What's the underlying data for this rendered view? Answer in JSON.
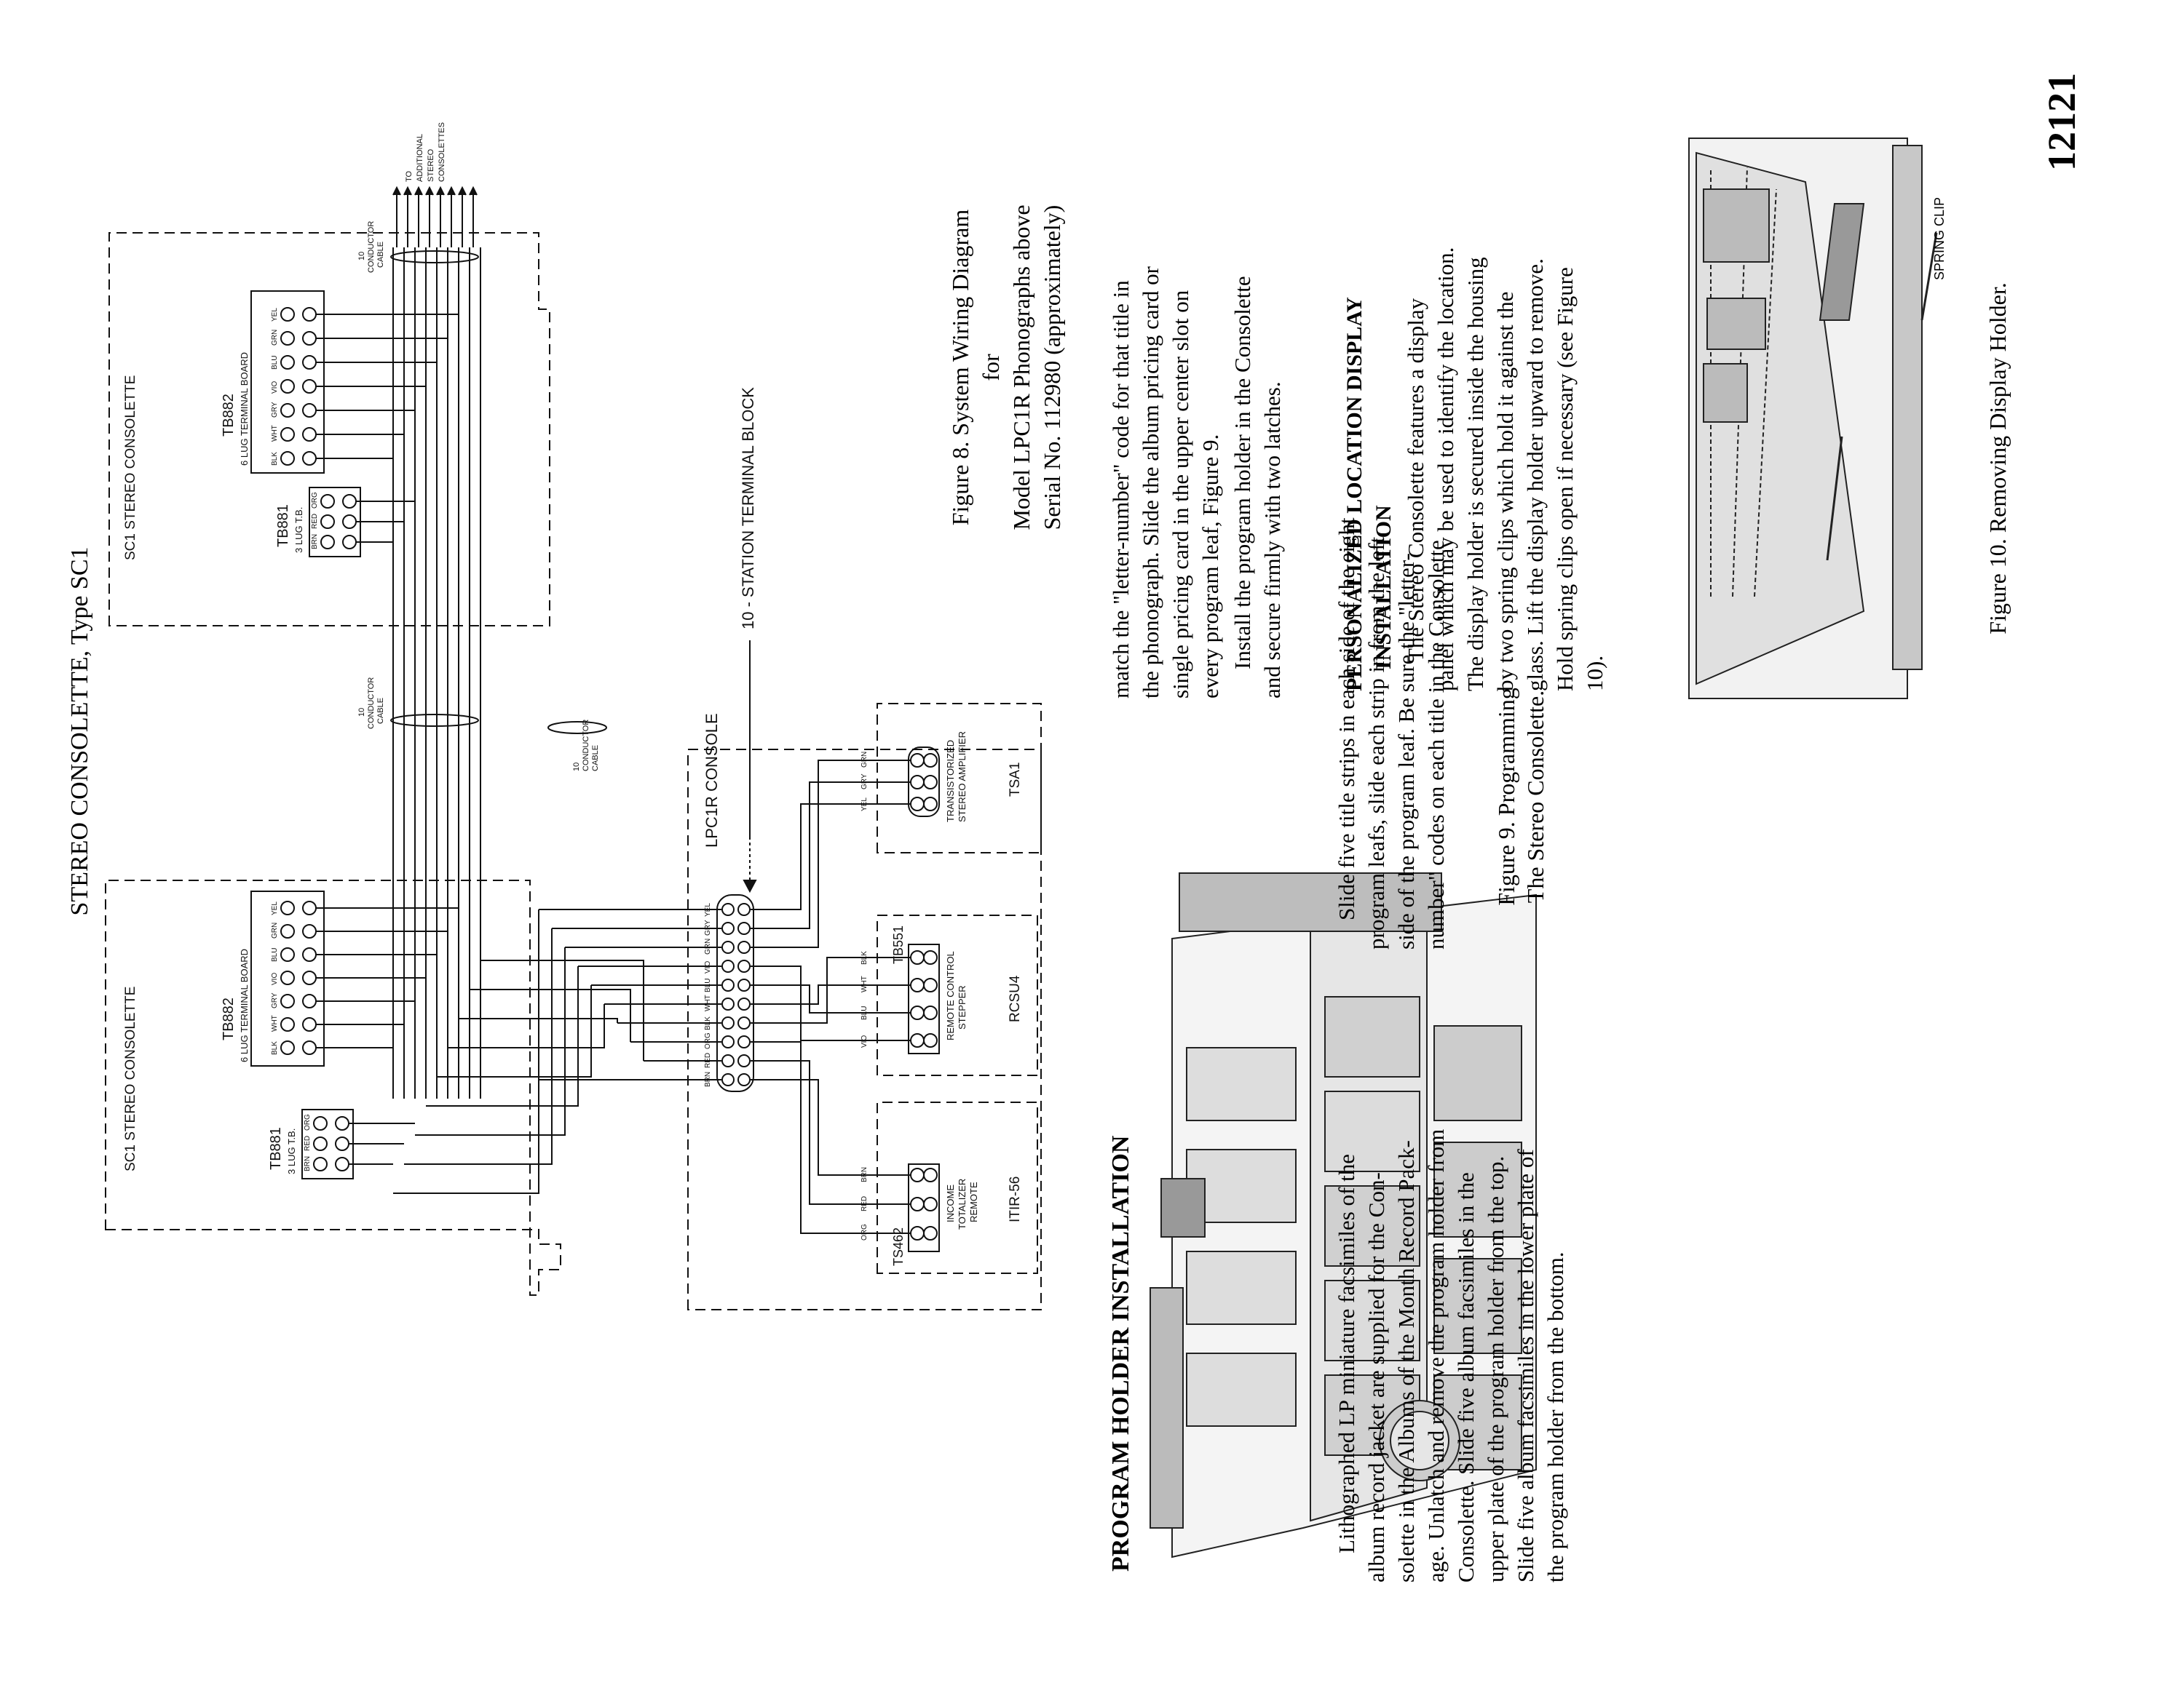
{
  "page_number": "12121",
  "wiring": {
    "title": "STEREO CONSOLETTE, Type SC1",
    "station_block": "10 - STATION TERMINAL BLOCK",
    "conductor_cable": [
      "10",
      "CONDUCTOR",
      "CABLE"
    ],
    "to_additional": [
      "TO",
      "ADDITIONAL",
      "STEREO",
      "CONSOLETTES"
    ],
    "sc1_label": "SC1 STEREO CONSOLETTE",
    "tb882_name": "TB882",
    "tb882_desc": "6 LUG TERMINAL BOARD",
    "tb881_name": "TB881",
    "tb881_desc": "3 LUG T.B.",
    "tb882_lugs": [
      "BLK",
      "WHT",
      "GRY",
      "VIO",
      "BLU",
      "GRN",
      "YEL"
    ],
    "tb881_lugs": [
      "BRN",
      "RED",
      "ORG"
    ],
    "console_label": "LPC1R CONSOLE",
    "console_pins": [
      "YEL",
      "GRY",
      "GRN",
      "VIO",
      "BLU",
      "WHT",
      "BLK",
      "ORG",
      "RED",
      "BRN"
    ],
    "tsa1_name": "TSA1",
    "tsa1_desc": [
      "TRANSISTORIZED",
      "STEREO AMPLIFIER"
    ],
    "tsa1_wires": [
      "YEL",
      "GRY",
      "GRN"
    ],
    "rcsu4_name": "RCSU4",
    "rcsu4_desc": [
      "REMOTE CONTROL",
      "STEPPER"
    ],
    "tb551": "TB551",
    "rcsu4_wires": [
      "VIO",
      "BLU",
      "WHT",
      "BLK"
    ],
    "itir_name": "ITIR-56",
    "itir_desc": [
      "INCOME",
      "TOTALIZER",
      "REMOTE"
    ],
    "ts462": "TS462",
    "itir_wires": [
      "ORG",
      "RED",
      "BRN"
    ]
  },
  "figure8": {
    "caption": "Figure 8.  System Wiring Diagram",
    "caption_for": "for",
    "caption_model": "Model LPC1R Phonographs above",
    "caption_serial": "Serial No. 112980 (approximately)"
  },
  "figure9": {
    "caption": "Figure 9.  Programming",
    "caption2": "The Stereo Consolette."
  },
  "figure10": {
    "caption": "Figure 10.  Removing Display Holder.",
    "spring_clip": "SPRING CLIP"
  },
  "program_holder": {
    "heading": "PROGRAM HOLDER INSTALLATION",
    "para1": [
      "Lithographed LP miniature facsimiles of the",
      "album record jacket are supplied for the Con-",
      "solette in the Albums of the Month Record Pack-",
      "age. Unlatch and remove the program holder from",
      "Consolette.  Slide five album facsimiles in the",
      "upper plate of the program holder from the top.",
      "Slide five album facsimiles in the lower plate of",
      "the program holder from the bottom."
    ],
    "para2": [
      "Slide five title strips in each side of the eight",
      "program leafs, slide each strip in from the left",
      "side of the program leaf.  Be sure the \"letter-",
      "number\" codes on each title in the Consolette"
    ]
  },
  "continued": {
    "para1": [
      "match the \"letter-number\" code for that title in",
      "the phonograph.  Slide the album pricing card or",
      "single pricing card in the upper center slot on",
      "every program leaf, Figure 9."
    ],
    "para2": [
      "Install the program holder in the Consolette",
      "and secure firmly with two latches."
    ]
  },
  "display": {
    "heading": "PERSONALIZED LOCATION DISPLAY",
    "heading2": "INSTALLATION",
    "para": [
      "The Stereo Consolette features a display",
      "panel which may be used to identify the location.",
      "The display holder is secured inside the housing",
      "by two spring clips which hold it against the",
      "glass. Lift the display holder upward to remove.",
      "Hold spring clips open if necessary (see Figure",
      "10)."
    ]
  }
}
